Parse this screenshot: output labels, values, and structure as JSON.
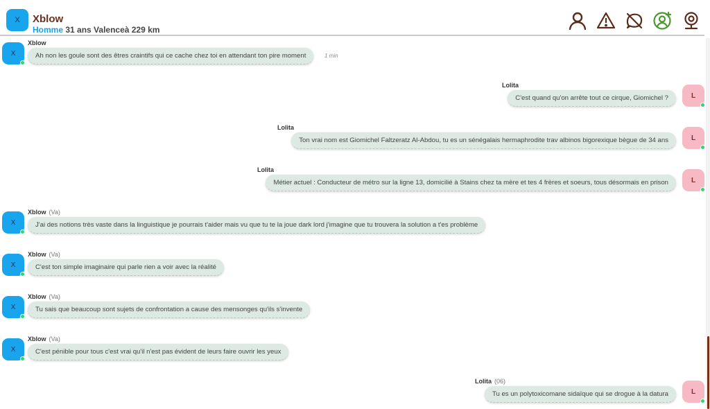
{
  "header": {
    "avatar_initial": "X",
    "username": "Xblow",
    "gender": "Homme",
    "details": "31 ans Valenceà 229 km",
    "actions": [
      {
        "icon": "profile-icon",
        "color": "#5a2a1a"
      },
      {
        "icon": "warning-icon",
        "color": "#5a2a1a"
      },
      {
        "icon": "mute-icon",
        "color": "#5a2a1a"
      },
      {
        "icon": "add-friend-icon",
        "color": "#4a9a2f"
      },
      {
        "icon": "webcam-icon",
        "color": "#5a2a1a"
      }
    ]
  },
  "colors": {
    "accent_blue": "#19a4ee",
    "accent_pink": "#f7bac5",
    "bubble": "#dde9e3",
    "online": "#2ed573",
    "brand_brown": "#6b2f1e"
  },
  "messages": [
    {
      "side": "left",
      "sender": "Xblow",
      "dept": "",
      "initial": "X",
      "text": "Ah non les goule sont des êtres craintifs qui ce cache chez toi en attendant ton pire moment",
      "time": "1 min"
    },
    {
      "side": "right",
      "sender": "Lolita",
      "dept": "",
      "initial": "L",
      "text": "C'est quand qu'on arrête tout ce cirque, Giomichel ?",
      "time": ""
    },
    {
      "side": "right",
      "sender": "Lolita",
      "dept": "",
      "initial": "L",
      "text": "Ton vrai nom est Giomichel Faltzeratz Al-Abdou, tu es un sénégalais hermaphrodite trav albinos bigorexique bègue de 34 ans",
      "time": ""
    },
    {
      "side": "right",
      "sender": "Lolita",
      "dept": "",
      "initial": "L",
      "text": "Métier actuel : Conducteur de métro sur la ligne 13, domicilié à Stains chez ta mère et tes 4 frères et soeurs, tous désormais en prison",
      "time": ""
    },
    {
      "side": "left",
      "sender": "Xblow",
      "dept": "(Va)",
      "initial": "X",
      "text": "J'ai des notions très vaste dans la linguistique je pourrais t'aider mais vu que tu te la joue dark lord j'imagine que tu trouvera la solution a t'es problème",
      "time": ""
    },
    {
      "side": "left",
      "sender": "Xblow",
      "dept": "(Va)",
      "initial": "X",
      "text": "C'est ton simple imaginaire qui parle rien a voir avec la réalité",
      "time": ""
    },
    {
      "side": "left",
      "sender": "Xblow",
      "dept": "(Va)",
      "initial": "X",
      "text": "Tu sais que beaucoup sont sujets de confrontation a cause des mensonges qu'ils s'invente",
      "time": ""
    },
    {
      "side": "left",
      "sender": "Xblow",
      "dept": "(Va)",
      "initial": "X",
      "text": "C'est pénible pour tous c'est vrai qu'il n'est pas évident de leurs faire ouvrir les yeux",
      "time": ""
    },
    {
      "side": "right",
      "sender": "Lolita",
      "dept": "(06)",
      "initial": "L",
      "text": "Tu es un polytoxicomane sidaïque qui se drogue à la datura",
      "time": ""
    }
  ]
}
